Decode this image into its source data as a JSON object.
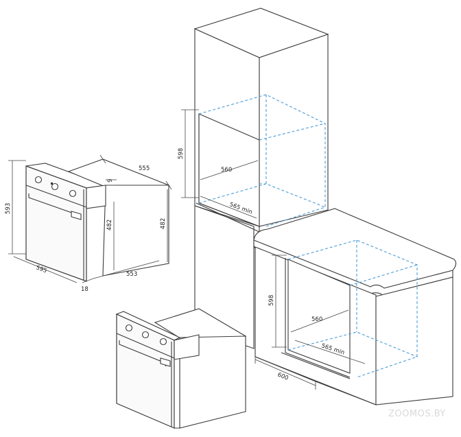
{
  "dimensions": {
    "oven_width": "595",
    "oven_height": "593",
    "oven_depth": "555",
    "oven_inner_height_front": "482",
    "oven_inner_height_side": "482",
    "oven_body_depth": "553",
    "panel_offset": "9",
    "front_thickness": "18",
    "column_niche_height": "598",
    "column_niche_width": "560",
    "column_niche_depth": "565 min",
    "counter_niche_height": "598",
    "counter_niche_width": "560",
    "counter_niche_depth": "565 min",
    "counter_width": "600"
  },
  "watermark": "ZOOMOS.BY",
  "colors": {
    "line": "#3a3a3a",
    "dashed_niche": "#4a9bd6",
    "watermark": "#d9d9d9"
  }
}
